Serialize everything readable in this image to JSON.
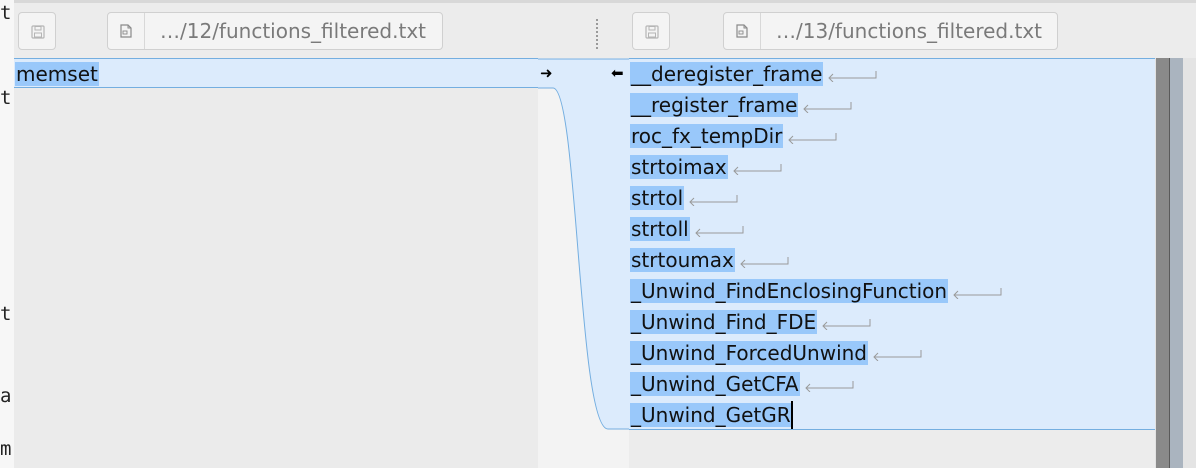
{
  "terminal_strip": {
    "chars": [
      "t",
      "t",
      "t",
      "a",
      "m"
    ]
  },
  "left_file": {
    "path_label": "…/12/functions_filtered.txt",
    "lines": [
      "memset"
    ]
  },
  "right_file": {
    "path_label": "…/13/functions_filtered.txt",
    "lines": [
      "__deregister_frame",
      "__register_frame",
      "roc_fx_tempDir",
      "strtoimax",
      "strtol",
      "strtoll",
      "strtoumax",
      "_Unwind_FindEnclosingFunction",
      "_Unwind_Find_FDE",
      "_Unwind_ForcedUnwind",
      "_Unwind_GetCFA",
      "_Unwind_GetGR"
    ]
  },
  "link_arrows": {
    "push_right": "➜",
    "push_left": "⬅"
  },
  "icons": {
    "save": "save-icon",
    "document": "document-icon",
    "newline": "newline-icon"
  },
  "colors": {
    "chunk_background": "#dcebfc",
    "chunk_border": "#74aee0",
    "selection": "#99c8fa",
    "pane_background": "#ececec"
  }
}
